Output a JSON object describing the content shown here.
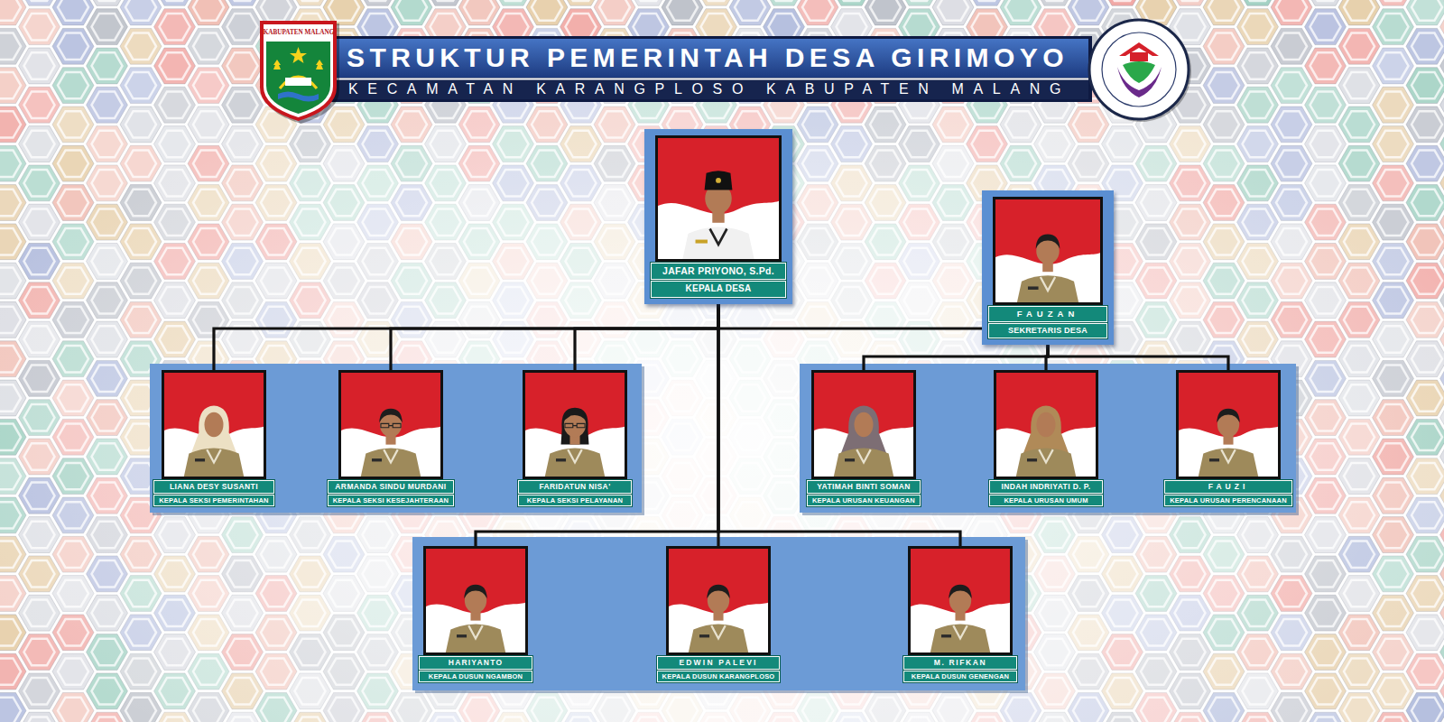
{
  "diagram": {
    "title": "STRUKTUR PEMERINTAH DESA GIRIMOYO",
    "nodes": [
      {
        "text": [
          "JAFAR PRIYONO, S.Pd.",
          "KEPALA DESA"
        ]
      },
      {
        "text": [
          "FAUZAN",
          "SEKRETARIS DESA"
        ]
      },
      {
        "text": [
          "LIANA DESY SUSANTI",
          "KEPALA SEKSI PEMERINTAHAN"
        ]
      },
      {
        "text": [
          "ARMANDA SINDU MURDANI",
          "KEPALA SEKSI KESEJAHTERAAN"
        ]
      },
      {
        "text": [
          "FARIDATUN NISA'",
          "KEPALA SEKSI PELAYANAN"
        ]
      },
      {
        "text": [
          "YATIMAH BINTI SOMAN",
          "KEPALA URUSAN KEUANGAN"
        ]
      },
      {
        "text": [
          "INDAH INDRIYATI D. P.",
          "KEPALA URUSAN UMUM"
        ]
      },
      {
        "text": [
          "FAUZI",
          "KEPALA URUSAN PERENCANAAN"
        ]
      },
      {
        "text": [
          "HARIYANTO",
          "KEPALA DUSUN NGAMBON"
        ]
      },
      {
        "text": [
          "EDWIN PALEVI",
          "KEPALA DUSUN KARANGPLOSO"
        ]
      },
      {
        "text": [
          "M. RIFKAN",
          "KEPALA DUSUN GENENGAN"
        ]
      }
    ],
    "edges": [
      {
        "from": 0,
        "to": 1,
        "arrow": "none"
      },
      {
        "from": 0,
        "to": 2,
        "arrow": "none"
      },
      {
        "from": 0,
        "to": 3,
        "arrow": "none"
      },
      {
        "from": 0,
        "to": 4,
        "arrow": "none"
      },
      {
        "from": 1,
        "to": 5,
        "arrow": "none"
      },
      {
        "from": 1,
        "to": 6,
        "arrow": "none"
      },
      {
        "from": 1,
        "to": 7,
        "arrow": "none"
      },
      {
        "from": 0,
        "to": 8,
        "arrow": "none"
      },
      {
        "from": 0,
        "to": 9,
        "arrow": "none"
      },
      {
        "from": 0,
        "to": 10,
        "arrow": "none"
      }
    ],
    "labels": [
      "KECAMATAN KARANGPLOSO KABUPATEN MALANG",
      "KABUPATEN MALANG"
    ]
  }
}
